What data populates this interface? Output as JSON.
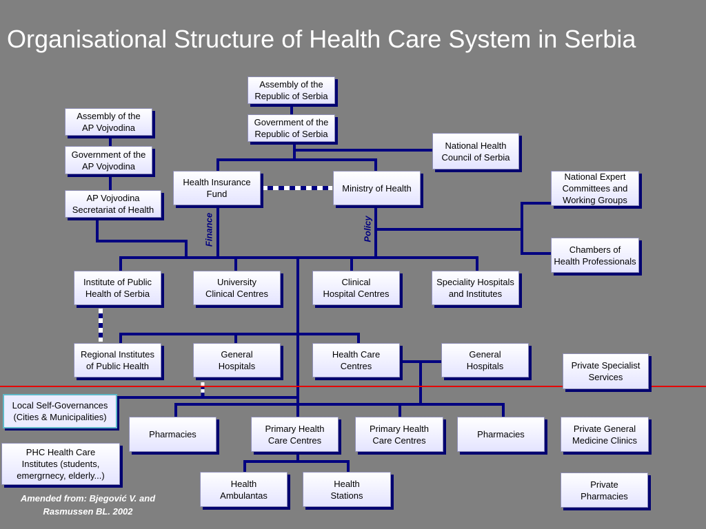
{
  "title": "Organisational Structure of Health Care System in Serbia",
  "credit": "Amended from: Bjegović V. and\nRasmussen BL. 2002",
  "labels": {
    "finance": "Finance",
    "policy": "Policy"
  },
  "colors": {
    "background": "#808080",
    "connector": "#000080",
    "divider": "#e60000"
  },
  "boxes": {
    "assembly_rs": "Assembly of the\nRepublic of Serbia",
    "government_rs": "Government of the\nRepublic of Serbia",
    "national_health_council": "National Health\nCouncil of Serbia",
    "assembly_vojvodina": "Assembly of the\nAP Vojvodina",
    "government_vojvodina": "Government of the\nAP Vojvodina",
    "secretariat_vojvodina": "AP Vojvodina\nSecretariat of Health",
    "health_insurance_fund": "Health Insurance\nFund",
    "ministry_of_health": "Ministry of Health",
    "national_expert_committees": "National Expert\nCommittees and\nWorking Groups",
    "chambers": "Chambers of\nHealth Professionals",
    "institute_public_health": "Institute of Public\nHealth of Serbia",
    "university_clinical_centres": "University\nClinical Centres",
    "clinical_hospital_centres": "Clinical\nHospital Centres",
    "speciality_hospitals": "Speciality Hospitals\nand Institutes",
    "regional_institutes": "Regional Institutes\nof Public Health",
    "general_hospitals_1": "General\nHospitals",
    "health_care_centres": "Health Care\nCentres",
    "general_hospitals_2": "General\nHospitals",
    "private_specialist": "Private Specialist\nServices",
    "local_self_gov": "Local Self-Governances\n(Cities & Municipalities)",
    "phc_institutes": "PHC Health Care\nInstitutes (students,\nemergrnecy, elderly...)",
    "pharmacies_1": "Pharmacies",
    "primary_health_1": "Primary Health\nCare Centres",
    "primary_health_2": "Primary Health\nCare Centres",
    "pharmacies_2": "Pharmacies",
    "private_general": "Private General\nMedicine Clinics",
    "health_ambulantas": "Health\nAmbulantas",
    "health_stations": "Health\nStations",
    "private_pharmacies": "Private\nPharmacies"
  }
}
